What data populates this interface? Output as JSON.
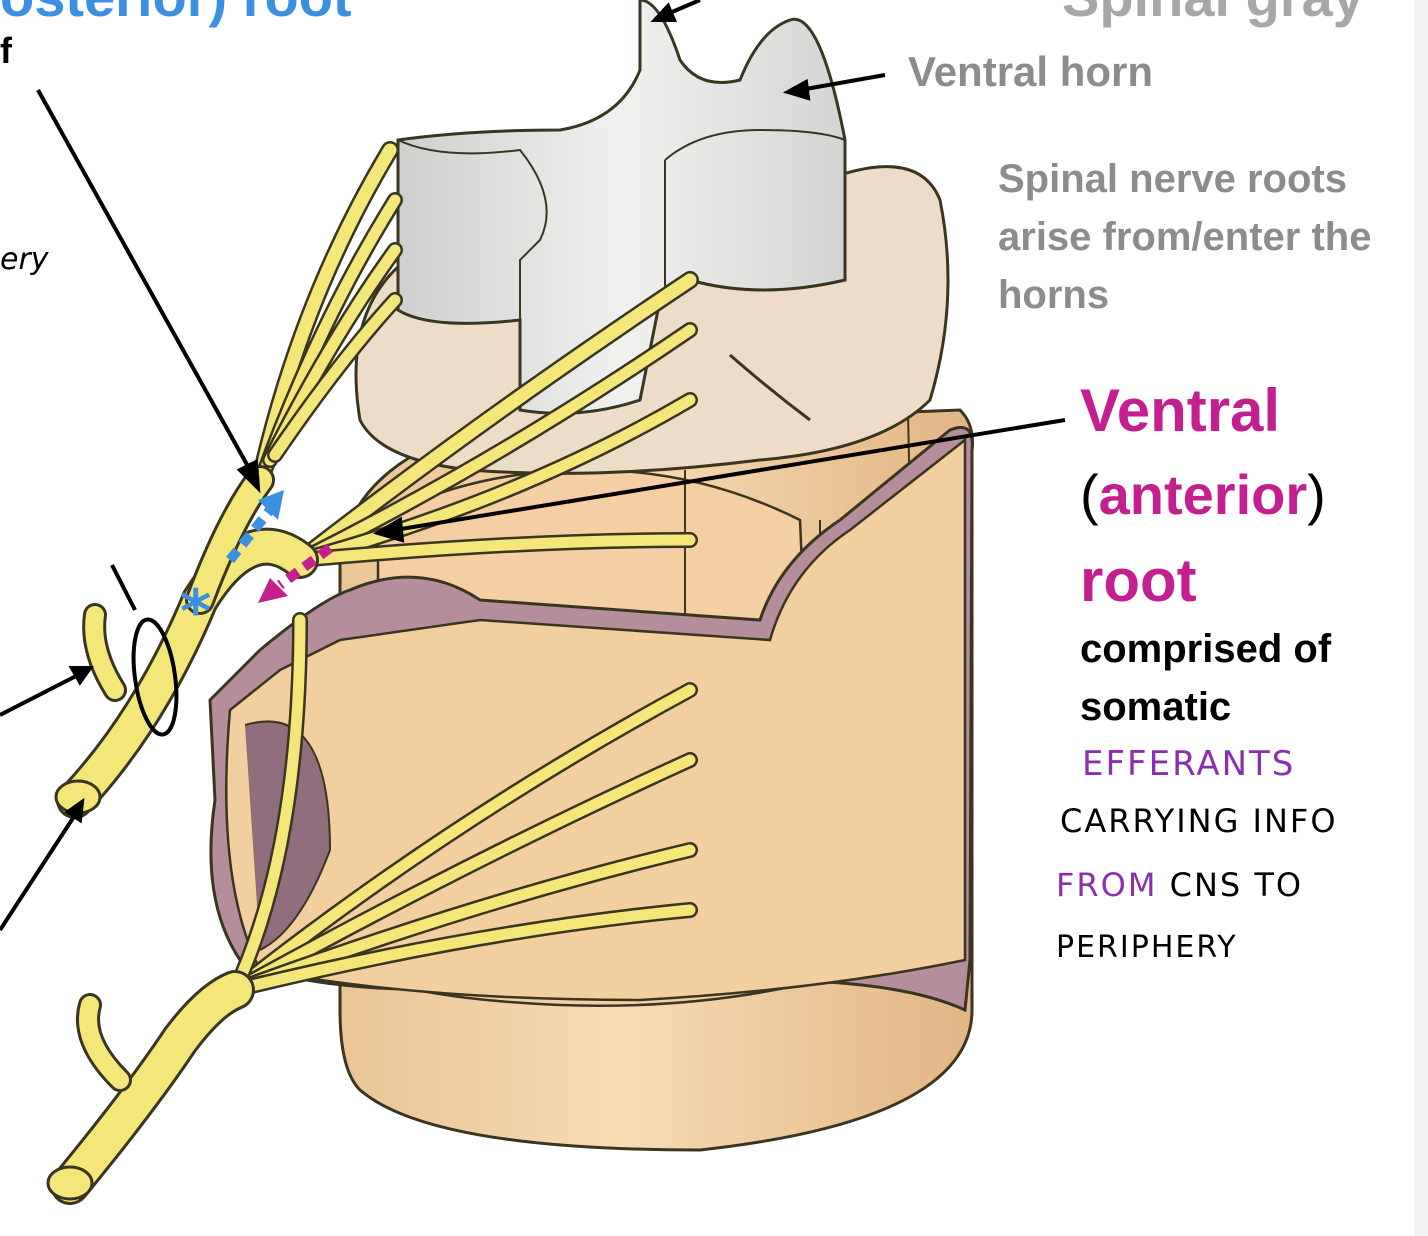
{
  "labels": {
    "spinal_gray": "Spinal gray",
    "posterior_root": "osterior) root",
    "of_fragment": "f",
    "handwritten_left": "ery",
    "ventral_horn": "Ventral horn",
    "roots_note": "Spinal nerve roots arise from/enter the horns",
    "ventral": "Ventral",
    "anterior_open": "(",
    "anterior": "anterior",
    "anterior_close": ")",
    "root": "root",
    "comprised": "comprised of somatic",
    "handwriting": {
      "efferents": "EFFERANTS",
      "carrying": "CARRYING INFO",
      "from": "FROM",
      "cns_to": "CNS TO",
      "periphery": "PERIPHERY"
    }
  },
  "colors": {
    "nerve_yellow": "#f4e77a",
    "nerve_outline": "#3a3520",
    "gray_matter": "#e3e3e1",
    "white_matter": "#eddcc8",
    "meninges": "#f0d2a4",
    "dura_inner": "#a58a95",
    "label_blue": "#3d8fe2",
    "label_magenta": "#c41f8f",
    "handwriting_purple": "#8a2fb0"
  },
  "markers": {
    "asterisk": "*"
  }
}
